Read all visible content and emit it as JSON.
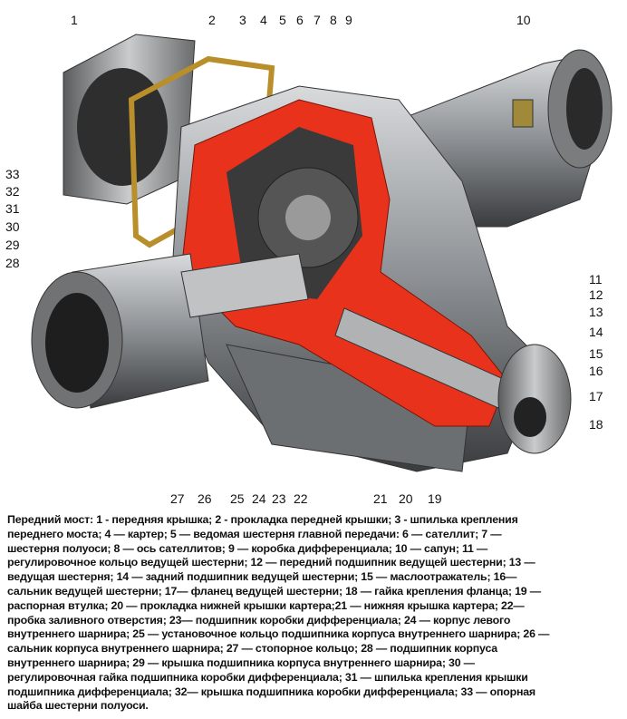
{
  "callouts": {
    "top": [
      "1",
      "2",
      "3",
      "4",
      "5",
      "6",
      "7",
      "8",
      "9",
      "10"
    ],
    "left": [
      "33",
      "32",
      "31",
      "30",
      "29",
      "28"
    ],
    "right": [
      "11",
      "12",
      "13",
      "14",
      "15",
      "16",
      "17",
      "18"
    ],
    "bottom": [
      "27",
      "26",
      "25",
      "24",
      "23",
      "22",
      "21",
      "20",
      "19"
    ]
  },
  "caption_lines": [
    "Передний мост: 1 - передняя крышка; 2 - прокладка передней крышки; 3 - шпилька крепления",
    "переднего моста; 4 — картер; 5 — ведомая шестерня главной передачи: 6 — сателлит; 7 —",
    "шестерня полуоси; 8 — ось сателлитов; 9 — коробка дифференциала; 10 — сапун; 11 —",
    "регулировочное кольцо ведущей шестерни; 12 — передний подшипник ведущей шестерни; 13 —",
    "ведущая шестерня; 14 — задний подшипник ведущей шестерни; 15 — маслоотражатель; 16—",
    "сальник ведущей шестерни; 17— фланец ведущей шестерни; 18 — гайка крепления фланца; 19 —",
    "распорная втулка; 20 — прокладка нижней крышки картера;21 — нижняя крышка картера; 22—",
    "пробка заливного отверстия; 23— подшипник коробки дифференциала; 24 — корпус левого",
    "внутреннего шарнира; 25 — установочное кольцо подшипника корпуса внутреннего шарнира; 26 —",
    "сальник корпуса внутреннего шарнира; 27 — стопорное кольцо; 28 — подшипник корпуса",
    "внутреннего шарнира; 29 — крышка подшипника корпуса внутреннего шарнира; 30 —",
    "регулировочная гайка подшипника коробки дифференциала; 31 — шпилька крепления крышки",
    "подшипника дифференциала; 32— крышка подшипника коробки дифференциала; 33 — опорная",
    "шайба шестерни полуоси."
  ],
  "colors": {
    "housing": "#8a8d90",
    "cutaway": "#e8321c",
    "gasket": "#c8a040"
  }
}
